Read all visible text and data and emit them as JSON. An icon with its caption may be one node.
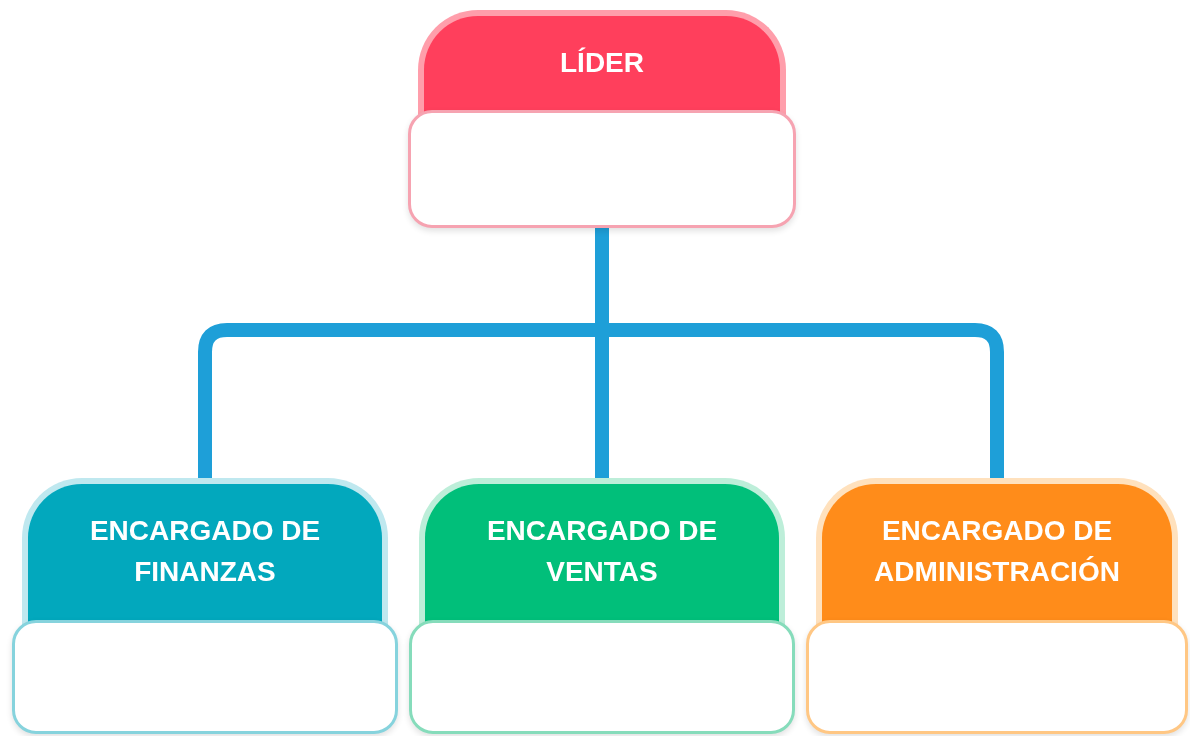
{
  "diagram": {
    "nodes": [
      {
        "text": [
          "LÍDER"
        ]
      },
      {
        "text": [
          "ENCARGADO DE FINANZAS"
        ]
      },
      {
        "text": [
          "ENCARGADO DE VENTAS"
        ]
      },
      {
        "text": [
          "ENCARGADO DE ADMINISTRACIÓN"
        ]
      }
    ],
    "edges": [
      {
        "from": 0,
        "to": 1,
        "arrow": "none"
      },
      {
        "from": 0,
        "to": 2,
        "arrow": "none"
      },
      {
        "from": 0,
        "to": 3,
        "arrow": "none"
      }
    ]
  }
}
